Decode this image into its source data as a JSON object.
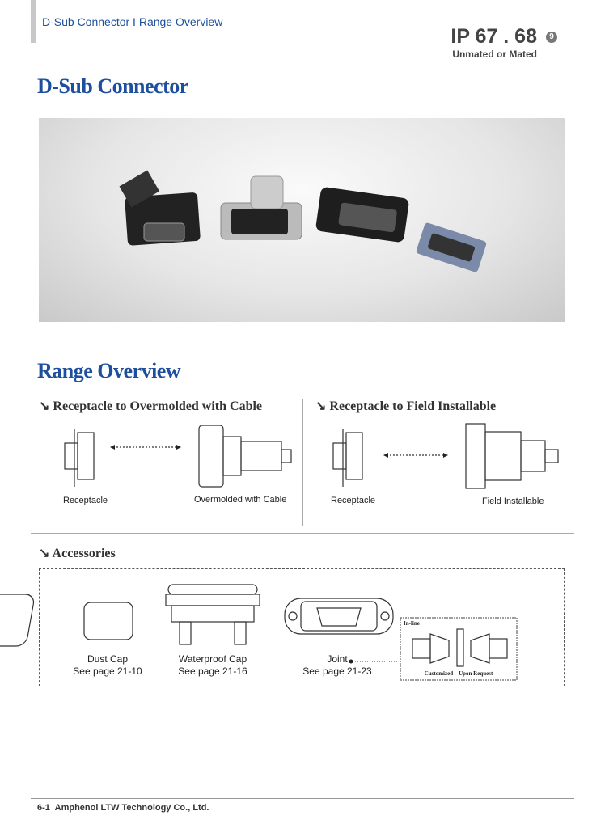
{
  "header": {
    "breadcrumb": "D-Sub Connector I Range Overview",
    "rating": "IP 67 . 68",
    "rating_badge": "9",
    "rating_sub": "Unmated or Mated"
  },
  "title": "D-Sub Connector",
  "range_title": "Range Overview",
  "sections": [
    {
      "title": "Receptacle to Overmolded with Cable",
      "left": "Receptacle",
      "right": "Overmolded with Cable"
    },
    {
      "title": "Receptacle to Field Installable",
      "left": "Receptacle",
      "right": "Field Installable"
    }
  ],
  "accessories": {
    "title": "Accessories",
    "items": [
      {
        "name": "Dust Cap",
        "ref": "See page 21-10"
      },
      {
        "name": "Waterproof Cap",
        "ref": "See page 21-16"
      },
      {
        "name": "Joint",
        "ref": "See page 21-23"
      }
    ],
    "inline_label": "In-line",
    "inline_note": "Customized – Upon Request"
  },
  "footer": {
    "page": "6-1",
    "company": "Amphenol LTW Technology Co., Ltd."
  },
  "colors": {
    "brand": "#1d4f9e"
  }
}
